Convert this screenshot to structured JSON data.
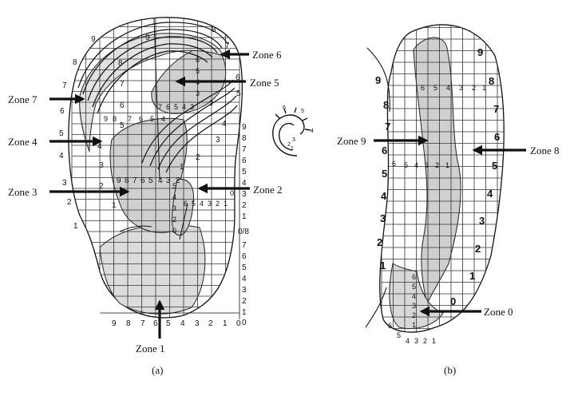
{
  "panel_a": {
    "caption": "(a)",
    "zones": [
      {
        "key": "z1",
        "text": "Zone 1"
      },
      {
        "key": "z2",
        "text": "Zone 2"
      },
      {
        "key": "z3",
        "text": "Zone 3"
      },
      {
        "key": "z4",
        "text": "Zone 4"
      },
      {
        "key": "z5",
        "text": "Zone 5"
      },
      {
        "key": "z6",
        "text": "Zone 6"
      },
      {
        "key": "z7",
        "text": "Zone 7"
      }
    ],
    "bottom_scale": [
      "9",
      "8",
      "7",
      "6",
      "5",
      "4",
      "3",
      "2",
      "1",
      "0"
    ],
    "right_scale_upper": [
      "9",
      "8",
      "7",
      "6",
      "5",
      "4",
      "3",
      "2",
      "1"
    ],
    "right_scale_mid": "0/8",
    "right_scale_lower": [
      "7",
      "6",
      "5",
      "4",
      "3",
      "2",
      "1",
      "0"
    ],
    "helix_outer": [
      "9",
      "8",
      "7",
      "6",
      "5",
      "4",
      "3",
      "2",
      "1"
    ],
    "helix_inner_scale": [
      "9",
      "8",
      "7",
      "6",
      "5",
      "4",
      "3",
      "2",
      "1"
    ],
    "crus_scale": [
      "9",
      "8",
      "7",
      "6",
      "5",
      "4",
      "3",
      "2"
    ],
    "concha_small": [
      "6",
      "5",
      "4",
      "3",
      "2",
      "1",
      "0"
    ],
    "tragus_scale": [
      "6",
      "5",
      "4",
      "3",
      "2",
      "1",
      "0"
    ],
    "fossa_scale": [
      "6",
      "5",
      "4",
      "3",
      "2"
    ],
    "upper_scale": [
      "8",
      "7",
      "6",
      "5",
      "4",
      "3",
      "2",
      "1"
    ],
    "mini_labels": [
      "6",
      "5",
      "4",
      "3",
      "2",
      "1"
    ]
  },
  "panel_b": {
    "caption": "(b)",
    "zones": [
      {
        "key": "z0",
        "text": "Zone 0"
      },
      {
        "key": "z8",
        "text": "Zone 8"
      },
      {
        "key": "z9",
        "text": "Zone 9"
      }
    ],
    "left_scale": [
      "9",
      "8",
      "7",
      "6",
      "5",
      "4",
      "3",
      "2",
      "1"
    ],
    "right_scale": [
      "9",
      "8",
      "7",
      "6",
      "5",
      "4",
      "3",
      "2",
      "1",
      "0"
    ],
    "top_row": [
      "6",
      "5",
      "4",
      "3",
      "2",
      "1"
    ],
    "mid_row": [
      "6",
      "5",
      "4",
      "3",
      "2",
      "1"
    ],
    "lower_col": [
      "6",
      "5",
      "4",
      "3",
      "2",
      "1"
    ],
    "bottom_row": [
      "6",
      "5",
      "4",
      "3",
      "2",
      "1"
    ]
  }
}
